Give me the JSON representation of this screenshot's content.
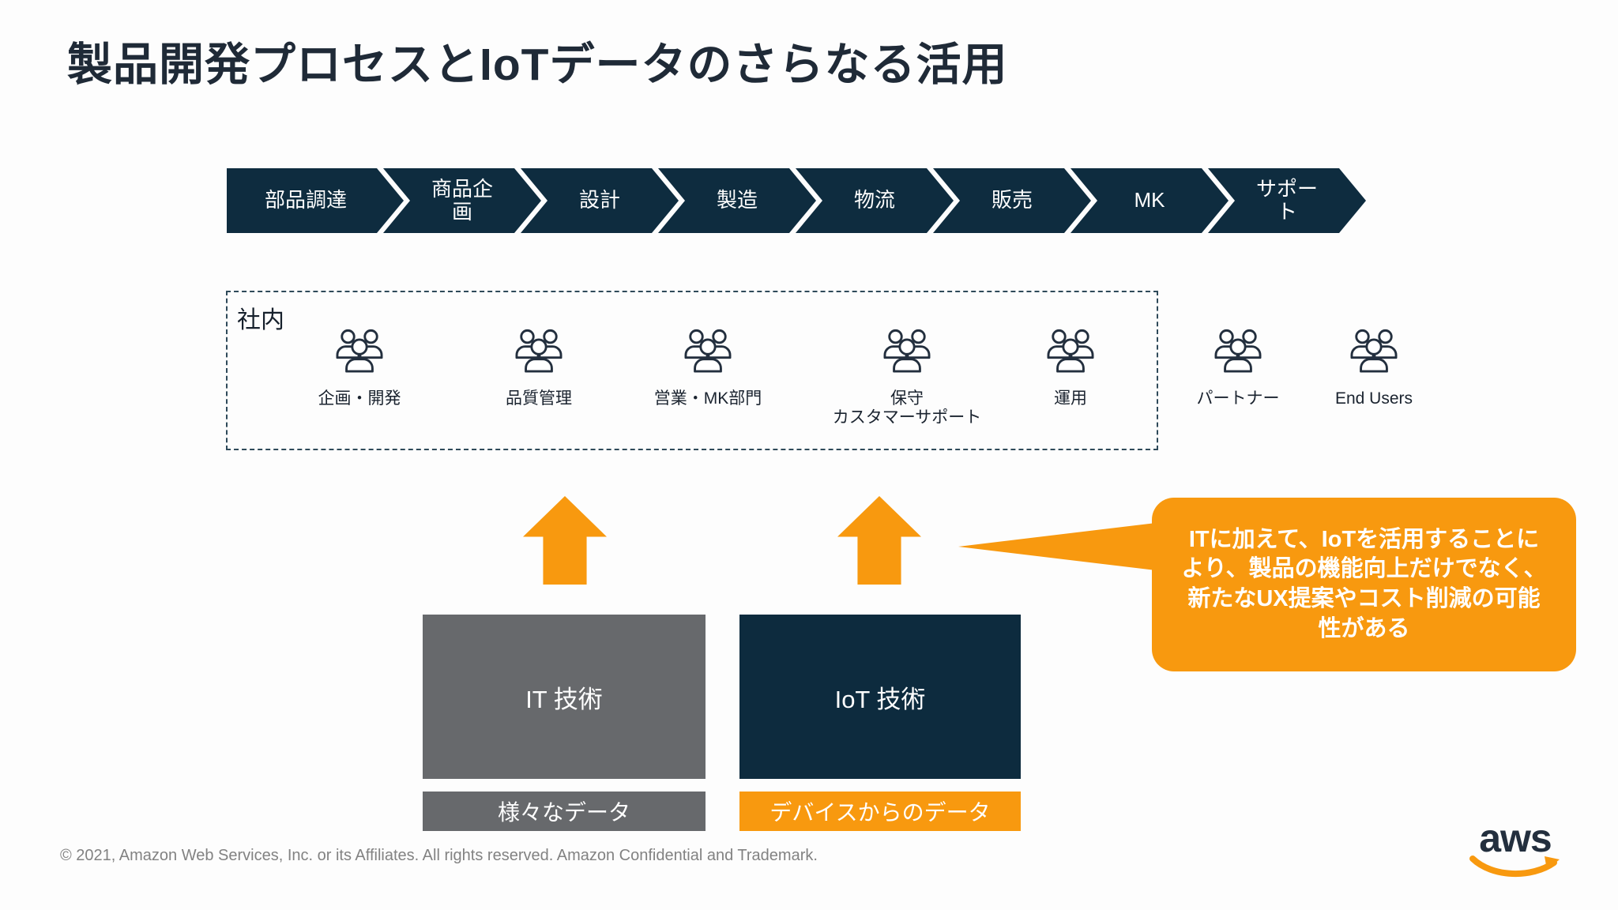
{
  "slide": {
    "title": "製品開発プロセスとIoTデータのさらなる活用",
    "footer": "© 2021, Amazon Web Services, Inc. or its Affiliates. All rights reserved. Amazon Confidential and Trademark.",
    "brand": "aws"
  },
  "process": {
    "steps": [
      "部品調達",
      "商品企\n画",
      "設計",
      "製造",
      "物流",
      "販売",
      "MK",
      "サポー\nト"
    ]
  },
  "org": {
    "label": "社内",
    "groups": [
      {
        "label": "企画・開発",
        "location": "internal"
      },
      {
        "label": "品質管理",
        "location": "internal"
      },
      {
        "label": "営業・MK部門",
        "location": "internal"
      },
      {
        "label": "保守\nカスタマーサポート",
        "location": "internal"
      },
      {
        "label": "運用",
        "location": "internal"
      },
      {
        "label": "パートナー",
        "location": "external"
      },
      {
        "label": "End Users",
        "location": "external"
      }
    ]
  },
  "tech": {
    "it_label": "IT 技術",
    "iot_label": "IoT 技術",
    "it_data_label": "様々なデータ",
    "iot_data_label": "デバイスからのデータ"
  },
  "callout": {
    "text": "ITに加えて、IoTを活用することに\nより、製品の機能向上だけでなく、\n新たなUX提案やコスト削減の可能\n性がある"
  },
  "colors": {
    "dark_navy": "#0e2c3f",
    "iot_box": "#0d2b3e",
    "gray": "#67696c",
    "orange": "#f8990f",
    "title_text": "#1f2a37"
  }
}
